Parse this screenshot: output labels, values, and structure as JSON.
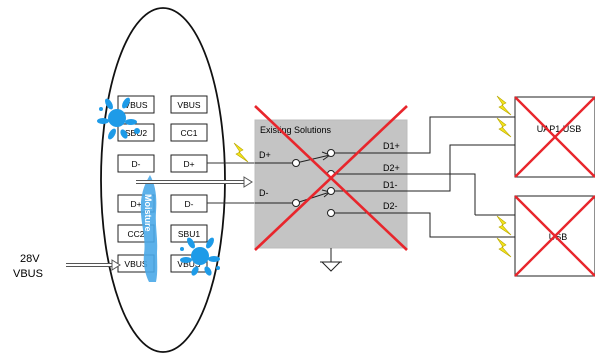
{
  "connector": {
    "left_pins": [
      "VBUS",
      "SBU2",
      "D-",
      "D+",
      "CC2",
      "VBUS"
    ],
    "right_pins": [
      "VBUS",
      "CC1",
      "D+",
      "D-",
      "SBU1",
      "VBUS"
    ],
    "moisture_label": "Moisture"
  },
  "vbus_source": {
    "line1": "28V",
    "line2": "VBUS"
  },
  "switch": {
    "title": "Existing Solutions",
    "input_pos": "D+",
    "input_neg": "D-",
    "outputs": [
      "D1+",
      "D2+",
      "D1-",
      "D2-"
    ]
  },
  "devices": {
    "top": "UAP1 USB",
    "bottom": "USB"
  },
  "colors": {
    "cross": "#e8262c",
    "water": "#1e9be8",
    "moisture_stream": "#4aa8e8",
    "switch_fill": "#c4c4c4",
    "spark": "#f4e41c"
  }
}
